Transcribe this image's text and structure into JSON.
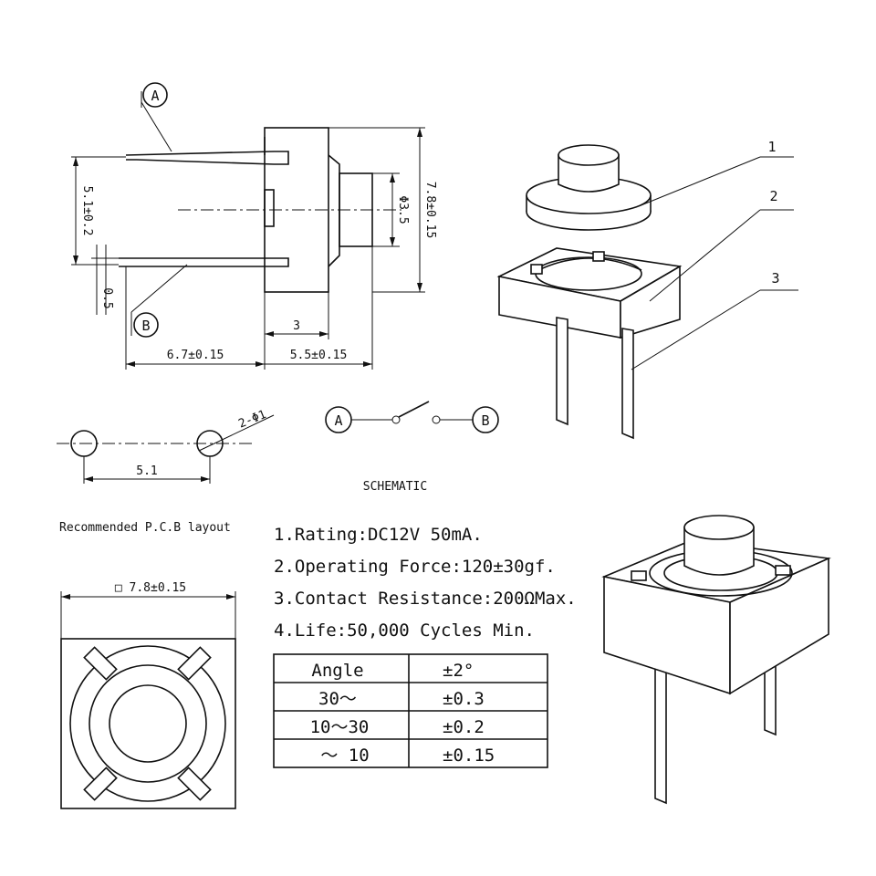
{
  "side_view": {
    "label_a": "A",
    "label_b": "B",
    "dim_pin_spacing": "5.1±0.2",
    "dim_pin_thickness": "0.5",
    "dim_plunger_dia": "Φ3.5",
    "dim_height": "7.8±0.15",
    "dim_body_3": "3",
    "dim_lead_length": "6.7±0.15",
    "dim_body_depth": "5.5±0.15"
  },
  "exploded_view": {
    "callouts": [
      "1",
      "2",
      "3"
    ]
  },
  "pcb_layout": {
    "hole_label": "2-Φ1",
    "spacing": "5.1",
    "caption": "Recommended P.C.B layout"
  },
  "schematic": {
    "label_a": "A",
    "label_b": "B",
    "caption": "SCHEMATIC"
  },
  "top_view": {
    "dim_width": "□ 7.8±0.15"
  },
  "specs": [
    "1.Rating:DC12V 50mA.",
    "2.Operating Force:120±30gf.",
    "3.Contact Resistance:200ΩMax.",
    "4.Life:50,000 Cycles Min."
  ],
  "tolerance_table": {
    "rows": [
      [
        "Angle",
        "±2°"
      ],
      [
        "30～",
        "±0.3"
      ],
      [
        "10～30",
        "±0.2"
      ],
      [
        "～ 10",
        "±0.15"
      ]
    ]
  }
}
